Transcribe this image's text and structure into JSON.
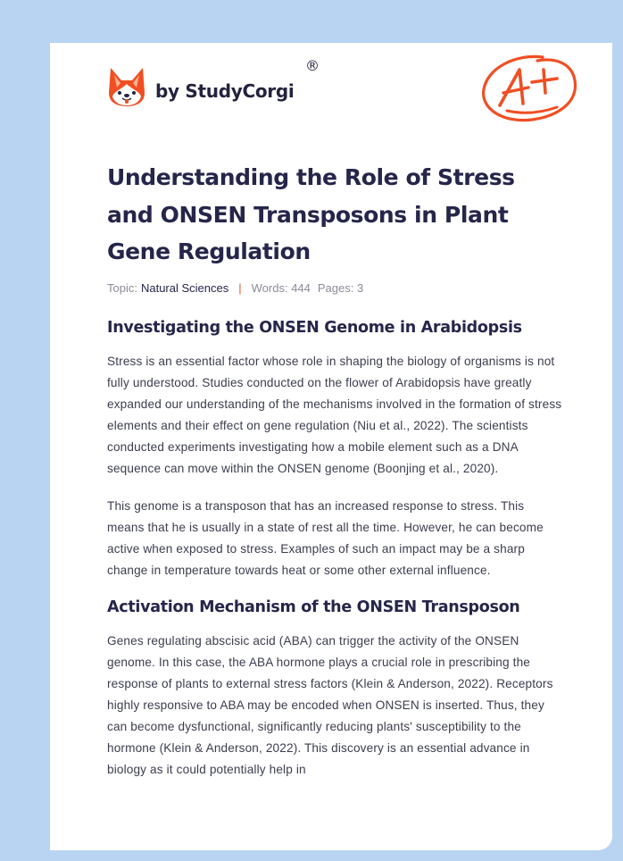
{
  "brand": {
    "name": "by StudyCorgi",
    "registered_mark": "®",
    "logo_icon": "corgi-icon",
    "grade_badge_icon": "a-plus-grade-icon",
    "grade_text": "A+",
    "accent_color": "#f04e23",
    "background_color": "#b8d4f2"
  },
  "article": {
    "title": "Understanding the Role of Stress and ONSEN Transposons in Plant Gene Regulation",
    "meta": {
      "topic_label": "Topic:",
      "topic_value": "Natural Sciences",
      "separator": "|",
      "words": "Words: 444",
      "pages": "Pages: 3"
    },
    "sections": [
      {
        "heading": "Investigating the ONSEN Genome in Arabidopsis",
        "paragraphs": [
          "Stress is an essential factor whose role in shaping the biology of organisms is not fully understood. Studies conducted on the flower of Arabidopsis have greatly expanded our understanding of the mechanisms involved in the formation of stress elements and their effect on gene regulation (Niu et al., 2022). The scientists conducted experiments investigating how a mobile element such as a DNA sequence can move within the ONSEN genome (Boonjing et al., 2020).",
          "This genome is a transposon that has an increased response to stress. This means that he is usually in a state of rest all the time. However, he can become active when exposed to stress. Examples of such an impact may be a sharp change in temperature towards heat or some other external influence."
        ]
      },
      {
        "heading": "Activation Mechanism of the ONSEN Transposon",
        "paragraphs": [
          "Genes regulating abscisic acid (ABA) can trigger the activity of the ONSEN genome. In this case, the ABA hormone plays a crucial role in prescribing the response of plants to external stress factors (Klein & Anderson, 2022). Receptors highly responsive to ABA may be encoded when ONSEN is inserted. Thus, they can become dysfunctional, significantly reducing plants' susceptibility to the hormone (Klein & Anderson, 2022). This discovery is an essential advance in biology as it could potentially help in"
        ]
      }
    ]
  }
}
